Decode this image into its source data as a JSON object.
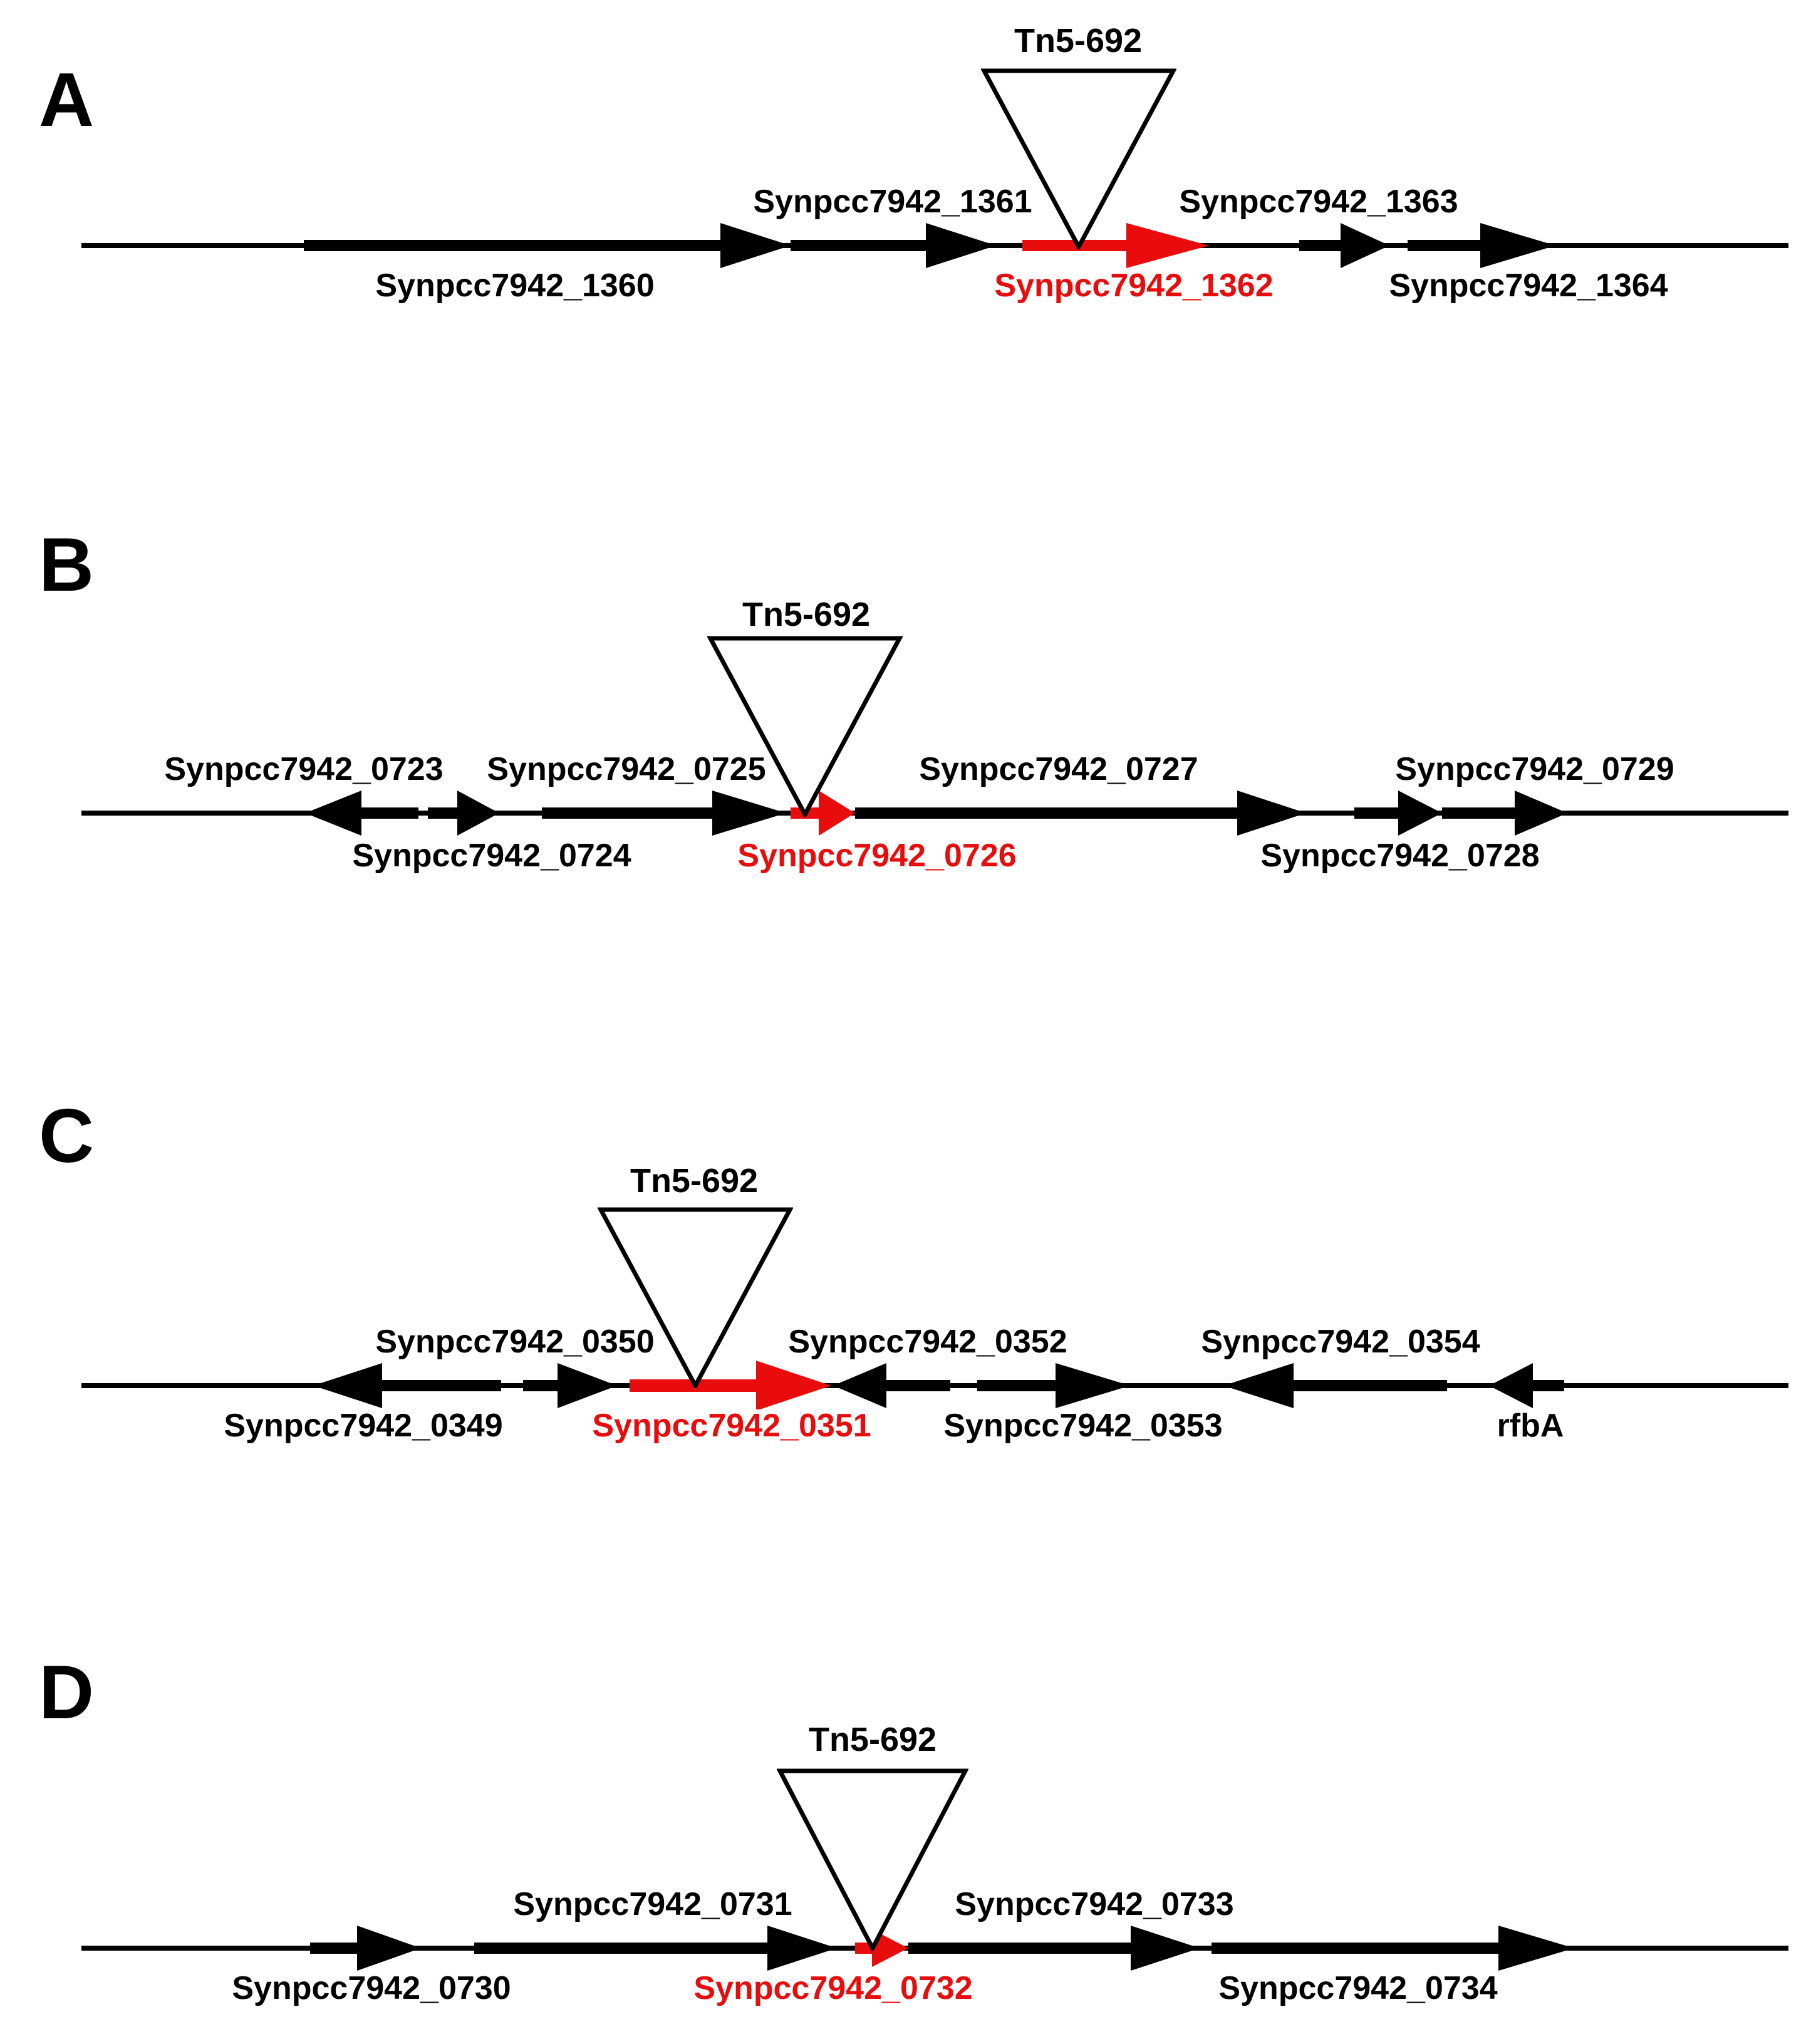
{
  "figure": {
    "type": "gene-map-diagram",
    "description": "Four genomic regions (A-D) of Synechococcus elongatus PCC 7942 showing Tn5-692 transposon insertion sites; disrupted gene highlighted in red",
    "colors": {
      "highlight_red": "#e80c0c",
      "default_black": "#000000",
      "background": "#ffffff"
    }
  },
  "panels": [
    {
      "letter": "A",
      "insertion_label": "Tn5-692",
      "genes": [
        {
          "name": "Synpcc7942_1360",
          "direction": "right",
          "highlighted": false,
          "label_position": "below"
        },
        {
          "name": "Synpcc7942_1361",
          "direction": "right",
          "highlighted": false,
          "label_position": "above"
        },
        {
          "name": "Synpcc7942_1362",
          "direction": "right",
          "highlighted": true,
          "label_position": "below"
        },
        {
          "name": "Synpcc7942_1363",
          "direction": "right",
          "highlighted": false,
          "label_position": "above"
        },
        {
          "name": "Synpcc7942_1364",
          "direction": "right",
          "highlighted": false,
          "label_position": "below"
        }
      ]
    },
    {
      "letter": "B",
      "insertion_label": "Tn5-692",
      "genes": [
        {
          "name": "Synpcc7942_0723",
          "direction": "left",
          "highlighted": false,
          "label_position": "above"
        },
        {
          "name": "Synpcc7942_0724",
          "direction": "right",
          "highlighted": false,
          "label_position": "below"
        },
        {
          "name": "Synpcc7942_0725",
          "direction": "right",
          "highlighted": false,
          "label_position": "above"
        },
        {
          "name": "Synpcc7942_0726",
          "direction": "right",
          "highlighted": true,
          "label_position": "below"
        },
        {
          "name": "Synpcc7942_0727",
          "direction": "right",
          "highlighted": false,
          "label_position": "above"
        },
        {
          "name": "Synpcc7942_0728",
          "direction": "right",
          "highlighted": false,
          "label_position": "below"
        },
        {
          "name": "Synpcc7942_0729",
          "direction": "right",
          "highlighted": false,
          "label_position": "above"
        }
      ]
    },
    {
      "letter": "C",
      "insertion_label": "Tn5-692",
      "genes": [
        {
          "name": "Synpcc7942_0349",
          "direction": "left",
          "highlighted": false,
          "label_position": "below"
        },
        {
          "name": "Synpcc7942_0350",
          "direction": "right",
          "highlighted": false,
          "label_position": "above"
        },
        {
          "name": "Synpcc7942_0351",
          "direction": "right",
          "highlighted": true,
          "label_position": "below"
        },
        {
          "name": "Synpcc7942_0352",
          "direction": "left",
          "highlighted": false,
          "label_position": "above"
        },
        {
          "name": "Synpcc7942_0353",
          "direction": "right",
          "highlighted": false,
          "label_position": "below"
        },
        {
          "name": "Synpcc7942_0354",
          "direction": "left",
          "highlighted": false,
          "label_position": "above"
        },
        {
          "name": "rfbA",
          "direction": "left",
          "highlighted": false,
          "label_position": "below"
        }
      ]
    },
    {
      "letter": "D",
      "insertion_label": "Tn5-692",
      "genes": [
        {
          "name": "Synpcc7942_0730",
          "direction": "right",
          "highlighted": false,
          "label_position": "below"
        },
        {
          "name": "Synpcc7942_0731",
          "direction": "right",
          "highlighted": false,
          "label_position": "above"
        },
        {
          "name": "Synpcc7942_0732",
          "direction": "right",
          "highlighted": true,
          "label_position": "below"
        },
        {
          "name": "Synpcc7942_0733",
          "direction": "right",
          "highlighted": false,
          "label_position": "above"
        },
        {
          "name": "Synpcc7942_0734",
          "direction": "right",
          "highlighted": false,
          "label_position": "below"
        }
      ]
    }
  ]
}
